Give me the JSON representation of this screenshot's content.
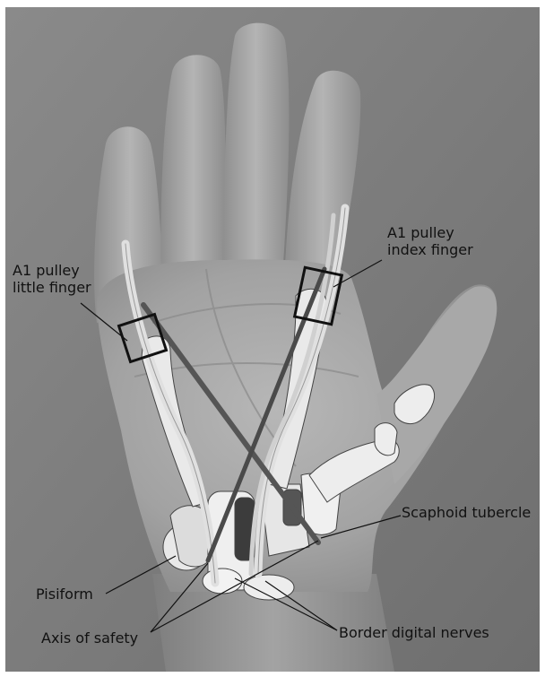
{
  "figure": {
    "labels": {
      "a1_pulley_little": {
        "line1": "A1 pulley",
        "line2": "little finger"
      },
      "a1_pulley_index": {
        "line1": "A1 pulley",
        "line2": "index finger"
      },
      "scaphoid_tubercle": "Scaphoid tubercle",
      "pisiform": "Pisiform",
      "axis_of_safety": "Axis of safety",
      "border_digital_nerves": "Border digital nerves"
    },
    "colors": {
      "background": "#7d7d7d",
      "skin": "#a9a9a9",
      "bone": "#ececec",
      "tendon": "#d8d8d8",
      "axis_line": "#5a5a5a",
      "pulley_box": "#111111"
    }
  }
}
